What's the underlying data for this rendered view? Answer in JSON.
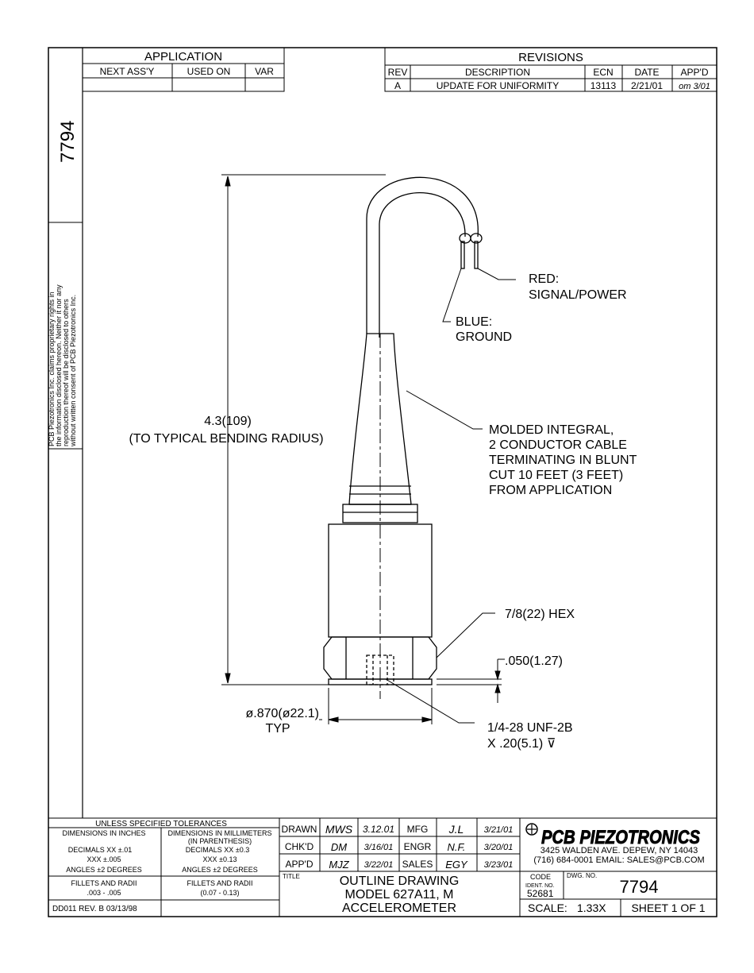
{
  "side_number": "7794",
  "proprietary_note": [
    "PCB Piezotronics Inc. claims proprietary rights in",
    "the information disclosed hereon. Neither it nor any",
    "reproduction thereof will be disclosed to others",
    "without written consent of PCB Piezotronics Inc."
  ],
  "application": {
    "title": "APPLICATION",
    "col_next": "NEXT ASS'Y",
    "col_used": "USED ON",
    "col_var": "VAR"
  },
  "revisions": {
    "title": "REVISIONS",
    "headers": {
      "rev": "REV",
      "description": "DESCRIPTION",
      "ecn": "ECN",
      "date": "DATE",
      "appd": "APP'D"
    },
    "row": {
      "rev": "A",
      "description": "UPDATE FOR UNIFORMITY",
      "ecn": "13113",
      "date": "2/21/01",
      "appd": "om 3/01"
    }
  },
  "callouts": {
    "length_value": "4.3(109)",
    "length_note": "(TO TYPICAL BENDING RADIUS)",
    "red_1": "RED:",
    "red_2": "SIGNAL/POWER",
    "blue_1": "BLUE:",
    "blue_2": "GROUND",
    "cable_1": "MOLDED INTEGRAL,",
    "cable_2": "2 CONDUCTOR CABLE",
    "cable_3": "TERMINATING IN BLUNT",
    "cable_4": "CUT 10 FEET (3 FEET)",
    "cable_5": "FROM APPLICATION",
    "hex": "7/8(22) HEX",
    "gap": ".050(1.27)",
    "diameter": "ø.870(ø22.1)",
    "diameter_typ": "TYP",
    "thread_1": "1/4-28 UNF-2B",
    "thread_2": "X .20(5.1) ⊽"
  },
  "tolerances": {
    "title": "UNLESS SPECIFIED TOLERANCES",
    "inch_head": "DIMENSIONS IN INCHES",
    "inch_dec": "DECIMALS  XX ±.01",
    "inch_xxx": "XXX ±.005",
    "inch_ang": "ANGLES ±2 DEGREES",
    "inch_fil": "FILLETS AND RADII",
    "inch_fil_val": ".003 - .005",
    "mm_head_1": "DIMENSIONS IN MILLIMETERS",
    "mm_head_2": "(IN PARENTHESIS)",
    "mm_dec": "DECIMALS  XX ±0.3",
    "mm_xxx": "XXX ±0.13",
    "mm_ang": "ANGLES ±2 DEGREES",
    "mm_fil": "FILLETS AND RADII",
    "mm_fil_val": "(0.07 - 0.13)",
    "form_id": "DD011 REV. B 03/13/98"
  },
  "signoffs": [
    {
      "label": "DRAWN",
      "initials": "MWS",
      "date": "3.12.01",
      "label2": "MFG",
      "initials2": "J.L",
      "date2": "3/21/01"
    },
    {
      "label": "CHK'D",
      "initials": "DM",
      "date": "3/16/01",
      "label2": "ENGR",
      "initials2": "N.F.",
      "date2": "3/20/01"
    },
    {
      "label": "APP'D",
      "initials": "MJZ",
      "date": "3/22/01",
      "label2": "SALES",
      "initials2": "EGY",
      "date2": "3/23/01"
    }
  ],
  "title_block": {
    "title_label": "TITLE",
    "line1": "OUTLINE DRAWING",
    "line2": "MODEL 627A11, M",
    "line3": "ACCELEROMETER"
  },
  "company": {
    "logo": "PCB PIEZOTRONICS",
    "address": "3425 WALDEN AVE. DEPEW, NY 14043",
    "contact": "(716) 684-0001  EMAIL: SALES@PCB.COM"
  },
  "code": {
    "label": "CODE",
    "sub": "IDENT. NO.",
    "value": "52681"
  },
  "dwg": {
    "label": "DWG. NO.",
    "value": "7794"
  },
  "scale": {
    "label": "SCALE:",
    "value": "1.33X"
  },
  "sheet": "SHEET 1 OF 1"
}
